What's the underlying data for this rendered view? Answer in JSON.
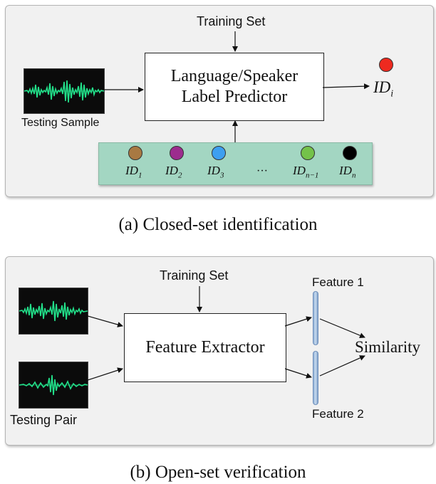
{
  "panel_a": {
    "training_set": "Training Set",
    "predictor_line1": "Language/Speaker",
    "predictor_line2": "Label Predictor",
    "output_label": "ID",
    "output_sub": "i",
    "testing_label": "Testing Sample",
    "ids": [
      {
        "base": "ID",
        "sub": "1",
        "color": "#a87942"
      },
      {
        "base": "ID",
        "sub": "2",
        "color": "#9c2c8e"
      },
      {
        "base": "ID",
        "sub": "3",
        "color": "#3d9ff0"
      },
      {
        "base": "ID",
        "sub": "n−1",
        "color": "#74c24a"
      },
      {
        "base": "ID",
        "sub": "n",
        "color": "#000000"
      }
    ],
    "ellipsis": "···",
    "output_dot_color": "#ee2a1f",
    "caption": "(a)  Closed-set identification"
  },
  "panel_b": {
    "training_set": "Training Set",
    "extractor": "Feature Extractor",
    "feature1": "Feature 1",
    "feature2": "Feature 2",
    "similarity": "Similarity",
    "testing_label": "Testing Pair",
    "caption": "(b)  Open-set verification"
  },
  "colors": {
    "waveform": "#22e08a",
    "panel_bg": "#f1f1f1",
    "strip": "#a3d6c2"
  }
}
